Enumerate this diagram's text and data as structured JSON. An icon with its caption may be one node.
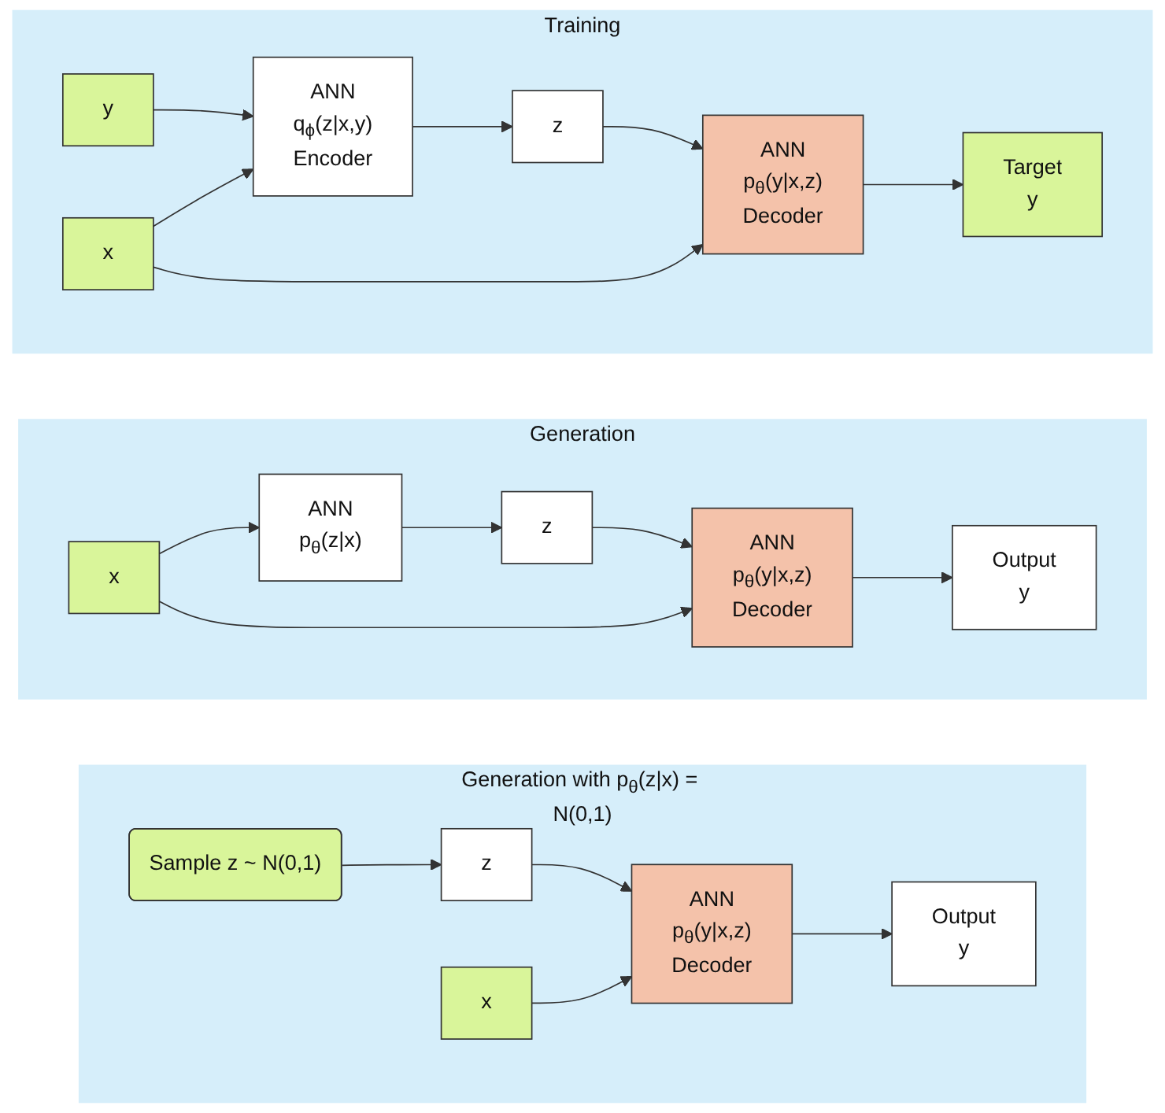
{
  "diagram": {
    "nodes": [
      {
        "text": [
          "Training"
        ]
      },
      {
        "text": [
          "y"
        ],
        "in": 0
      },
      {
        "text": [
          "x"
        ],
        "in": 0
      },
      {
        "text": [
          "ANN",
          "q$_{ϕ}$(z|x,y)",
          "Encoder"
        ],
        "in": 0
      },
      {
        "text": [
          "z"
        ],
        "in": 0
      },
      {
        "text": [
          "ANN",
          "p$_{θ}$(y|x,z)",
          "Decoder"
        ],
        "in": 0
      },
      {
        "text": [
          "Target",
          "y"
        ],
        "in": 0
      },
      {
        "text": [
          "Generation"
        ]
      },
      {
        "text": [
          "x"
        ],
        "in": 7
      },
      {
        "text": [
          "ANN",
          "p$_{θ}$(z|x)"
        ],
        "in": 7
      },
      {
        "text": [
          "z"
        ],
        "in": 7
      },
      {
        "text": [
          "ANN",
          "p$_{θ}$(y|x,z)",
          "Decoder"
        ],
        "in": 7
      },
      {
        "text": [
          "Output",
          "y"
        ],
        "in": 7
      },
      {
        "text": [
          "Generation with p$_{θ}$(z|x) = N(0,1)"
        ]
      },
      {
        "text": [
          "Sample z ~ N(0,1)"
        ],
        "in": 13
      },
      {
        "text": [
          "x"
        ],
        "in": 13
      },
      {
        "text": [
          "z"
        ],
        "in": 13
      },
      {
        "text": [
          "ANN",
          "p$_{θ}$(y|x,z)",
          "Decoder"
        ],
        "in": 13
      },
      {
        "text": [
          "Output",
          "y"
        ],
        "in": 13
      }
    ],
    "edges": [
      {
        "from": 1,
        "to": 3,
        "arrow": "to"
      },
      {
        "from": 2,
        "to": 3,
        "arrow": "to"
      },
      {
        "from": 3,
        "to": 4,
        "arrow": "to"
      },
      {
        "from": 4,
        "to": 5,
        "arrow": "to"
      },
      {
        "from": 2,
        "to": 5,
        "arrow": "to"
      },
      {
        "from": 5,
        "to": 6,
        "arrow": "to"
      },
      {
        "from": 8,
        "to": 9,
        "arrow": "to"
      },
      {
        "from": 9,
        "to": 10,
        "arrow": "to"
      },
      {
        "from": 10,
        "to": 11,
        "arrow": "to"
      },
      {
        "from": 8,
        "to": 11,
        "arrow": "to"
      },
      {
        "from": 11,
        "to": 12,
        "arrow": "to"
      },
      {
        "from": 14,
        "to": 16,
        "arrow": "to"
      },
      {
        "from": 16,
        "to": 17,
        "arrow": "to"
      },
      {
        "from": 15,
        "to": 17,
        "arrow": "to"
      },
      {
        "from": 17,
        "to": 18,
        "arrow": "to"
      }
    ]
  }
}
